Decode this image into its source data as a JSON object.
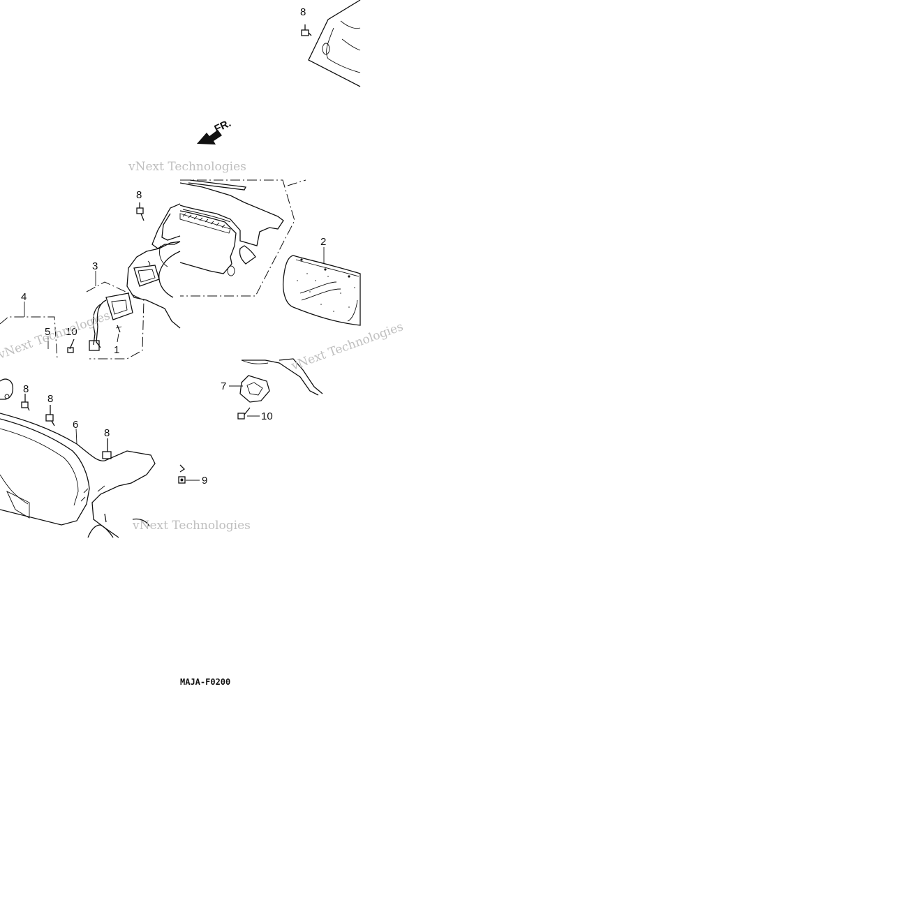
{
  "diagram": {
    "code": "MAJA-F0200",
    "direction_label": "FR.",
    "watermark_text": "vNext Technologies",
    "callouts": {
      "c1": "1",
      "c2": "2",
      "c3": "3",
      "c4": "4",
      "c5": "5",
      "c6": "6",
      "c7": "7",
      "c8a": "8",
      "c8b": "8",
      "c8c": "8",
      "c8d": "8",
      "c8e": "8",
      "c9": "9",
      "c10a": "10",
      "c10b": "10"
    },
    "colors": {
      "line": "#111111",
      "watermark": "#bfbfbf",
      "background": "#ffffff"
    }
  }
}
